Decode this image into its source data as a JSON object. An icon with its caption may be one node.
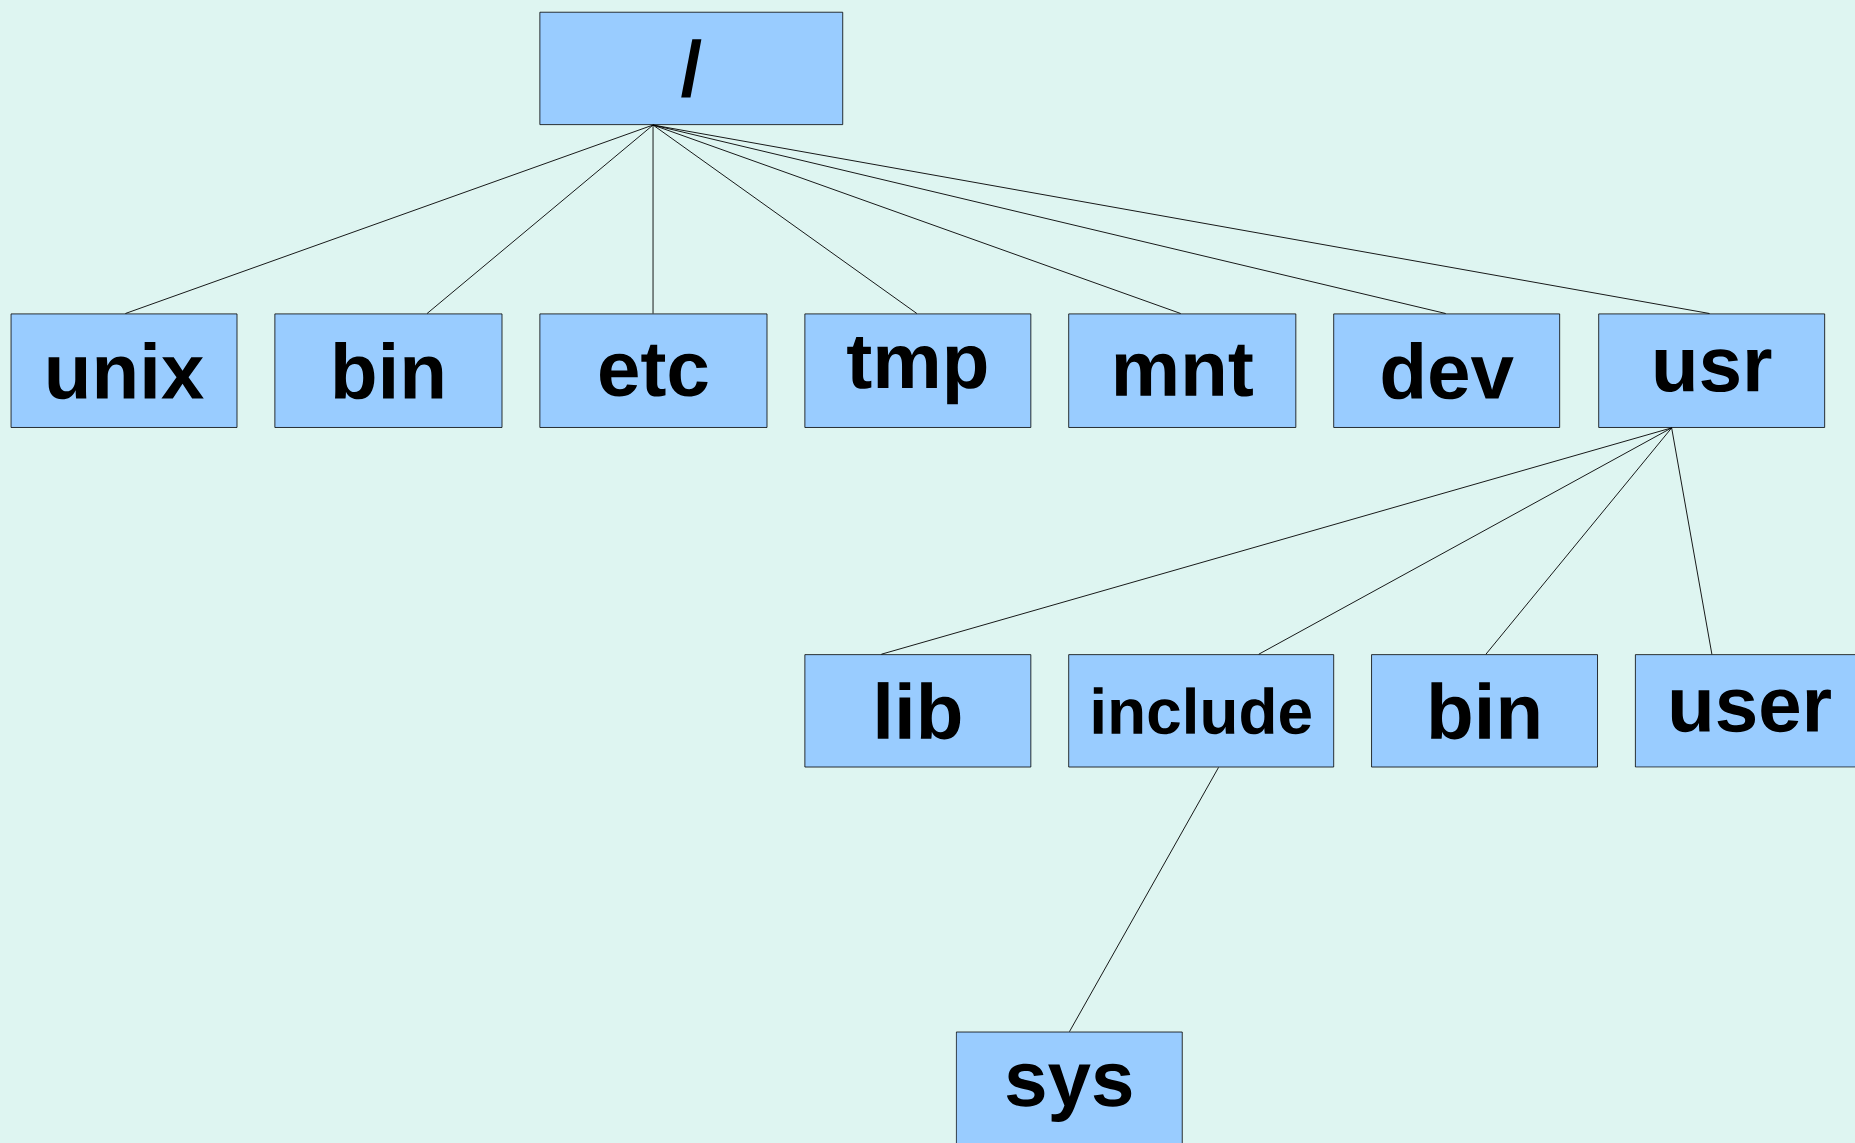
{
  "diagram": {
    "nodes": [
      {
        "text": [
          "/"
        ]
      },
      {
        "text": [
          "unix"
        ]
      },
      {
        "text": [
          "bin"
        ]
      },
      {
        "text": [
          "etc"
        ]
      },
      {
        "text": [
          "tmp"
        ]
      },
      {
        "text": [
          "mnt"
        ]
      },
      {
        "text": [
          "dev"
        ]
      },
      {
        "text": [
          "usr"
        ]
      },
      {
        "text": [
          "lib"
        ]
      },
      {
        "text": [
          "include"
        ]
      },
      {
        "text": [
          "bin"
        ]
      },
      {
        "text": [
          "user"
        ]
      },
      {
        "text": [
          "sys"
        ]
      }
    ],
    "edges": [
      {
        "from": 0,
        "to": 1,
        "arrow": "none"
      },
      {
        "from": 0,
        "to": 2,
        "arrow": "none"
      },
      {
        "from": 0,
        "to": 3,
        "arrow": "none"
      },
      {
        "from": 0,
        "to": 4,
        "arrow": "none"
      },
      {
        "from": 0,
        "to": 5,
        "arrow": "none"
      },
      {
        "from": 0,
        "to": 6,
        "arrow": "none"
      },
      {
        "from": 0,
        "to": 7,
        "arrow": "none"
      },
      {
        "from": 7,
        "to": 8,
        "arrow": "none"
      },
      {
        "from": 7,
        "to": 9,
        "arrow": "none"
      },
      {
        "from": 7,
        "to": 10,
        "arrow": "none"
      },
      {
        "from": 7,
        "to": 11,
        "arrow": "none"
      },
      {
        "from": 9,
        "to": 12,
        "arrow": "none"
      }
    ]
  }
}
